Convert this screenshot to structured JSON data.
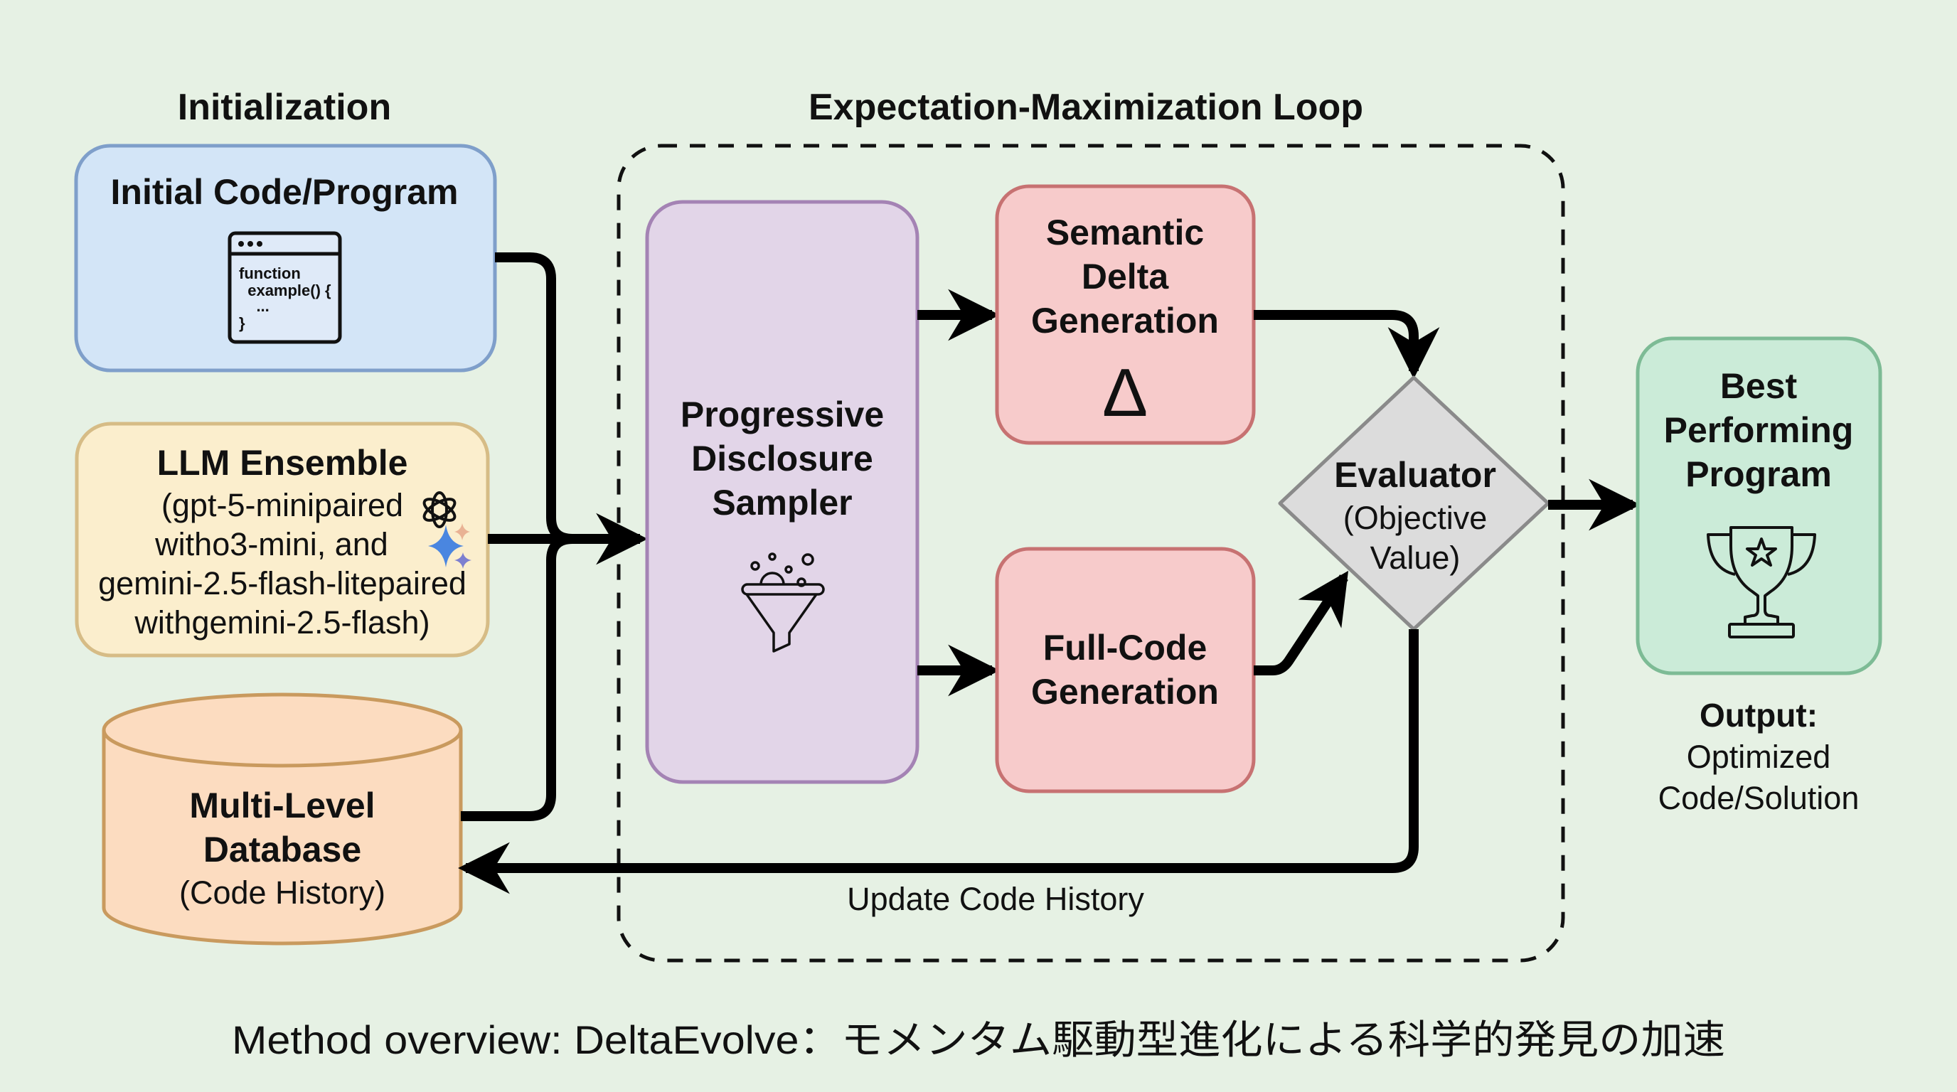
{
  "sections": {
    "initialization": "Initialization",
    "em_loop": "Expectation-Maximization Loop"
  },
  "initial_code": {
    "title": "Initial Code/Program",
    "icon": "code-window-icon",
    "code_lines": [
      "function",
      "  example() {",
      "    ...",
      "}"
    ]
  },
  "llm_ensemble": {
    "title": "LLM Ensemble",
    "lines": [
      "(gpt-5-minipaired",
      "witho3-mini, and",
      "gemini-2.5-flash-litepaired",
      "withgemini-2.5-flash)"
    ],
    "icons": [
      "openai-logo-icon",
      "gemini-sparkle-icon"
    ]
  },
  "database": {
    "title_lines": [
      "Multi-Level",
      "Database"
    ],
    "subtitle": "(Code History)",
    "icon": "database-cylinder"
  },
  "sampler": {
    "title_lines": [
      "Progressive",
      "Disclosure",
      "Sampler"
    ],
    "icon": "funnel-icon"
  },
  "semantic_delta": {
    "title_lines": [
      "Semantic",
      "Delta",
      "Generation"
    ],
    "symbol": "Δ"
  },
  "full_code": {
    "title_lines": [
      "Full-Code",
      "Generation"
    ]
  },
  "evaluator": {
    "title": "Evaluator",
    "sub_lines": [
      "(Objective",
      "Value)"
    ]
  },
  "best_program": {
    "title_lines": [
      "Best",
      "Performing",
      "Program"
    ],
    "icon": "trophy-icon"
  },
  "output": {
    "label": "Output:",
    "lines": [
      "Optimized",
      "Code/Solution"
    ]
  },
  "feedback_label": "Update Code History",
  "caption": "Method overview: DeltaEvolve：モメンタム駆動型進化による科学的発見の加速",
  "colors": {
    "background": "#e6f1e4",
    "initial_fill": "#d3e5f7",
    "initial_stroke": "#7f9fca",
    "llm_fill": "#fbeecd",
    "llm_stroke": "#d6bc86",
    "db_fill": "#fcdcc0",
    "db_stroke": "#c99a5e",
    "sampler_fill": "#e2d5e8",
    "sampler_stroke": "#a483b4",
    "gen_fill": "#f7cbcb",
    "gen_stroke": "#c77272",
    "eval_fill": "#dcdcdc",
    "eval_stroke": "#8a8a8a",
    "best_fill": "#cbebd8",
    "best_stroke": "#7dbb95"
  }
}
